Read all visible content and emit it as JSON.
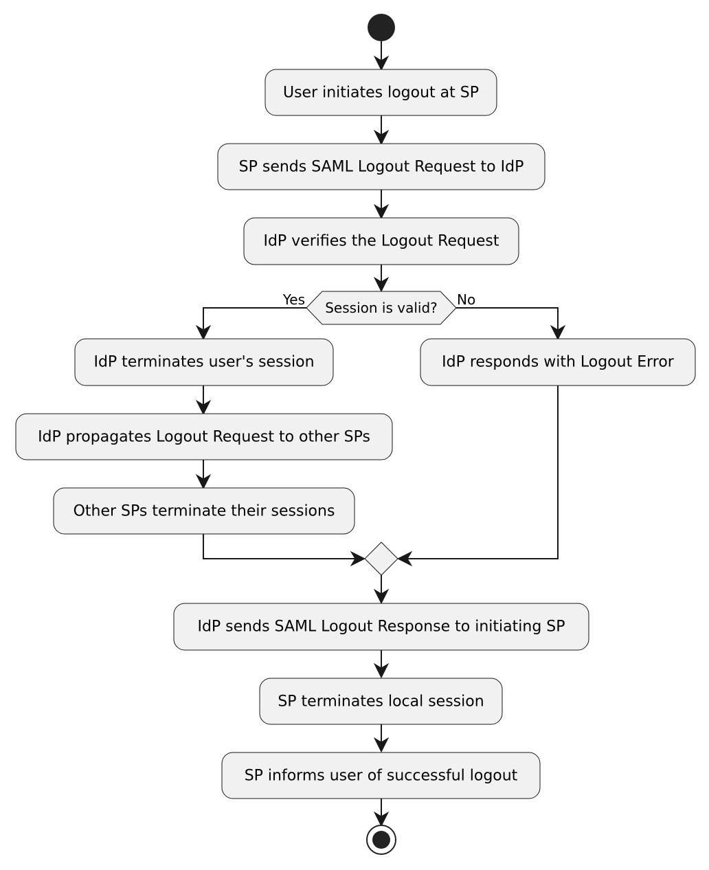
{
  "diagram": {
    "activities": {
      "user_initiates": "User initiates logout at SP",
      "sp_sends_request": "SP sends SAML Logout Request to IdP",
      "idp_verifies": "IdP verifies the Logout Request",
      "idp_terminates": "IdP terminates user's session",
      "idp_propagates": "IdP propagates Logout Request to other SPs",
      "other_sps_terminate": "Other SPs terminate their sessions",
      "idp_responds_error": "IdP responds with Logout Error",
      "idp_sends_response": "IdP sends SAML Logout Response to initiating SP",
      "sp_terminates_local": "SP terminates local session",
      "sp_informs_user": "SP informs user of successful logout"
    },
    "decision": {
      "question": "Session is valid?",
      "yes_label": "Yes",
      "no_label": "No"
    }
  }
}
